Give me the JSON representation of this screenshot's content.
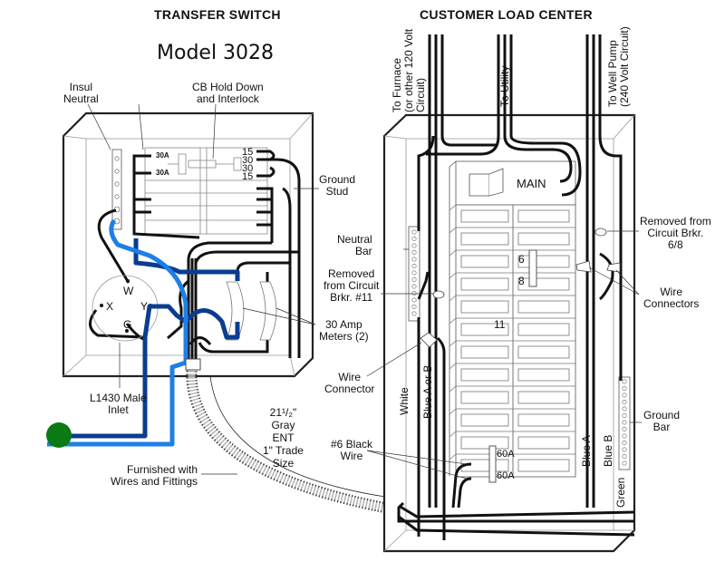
{
  "titles": {
    "transfer_switch": "TRANSFER SWITCH",
    "model": "Model 3028",
    "load_center": "CUSTOMER LOAD CENTER"
  },
  "labels": {
    "insul_neutral": [
      "Insul",
      "Neutral"
    ],
    "cb_hold_down": [
      "CB Hold Down",
      "and Interlock"
    ],
    "ground_stud": [
      "Ground",
      "Stud"
    ],
    "neutral_bar": [
      "Neutral",
      "Bar"
    ],
    "removed_11": [
      "Removed",
      "from Circuit",
      "Brkr. #11"
    ],
    "amp_meters": [
      "30 Amp",
      "Meters (2)"
    ],
    "wire_connector": [
      "Wire",
      "Connector"
    ],
    "l1430": [
      "L1430 Male",
      "Inlet"
    ],
    "ent": [
      "21¹/₂\"",
      "Gray",
      "ENT",
      "1\" Trade",
      "Size"
    ],
    "black_wire": [
      "#6 Black",
      "Wire"
    ],
    "furnished": [
      "Furnished with",
      "Wires and Fittings"
    ],
    "removed_6_8": [
      "Removed from",
      "Circuit Brkr.",
      "6/8"
    ],
    "wire_connectors": [
      "Wire",
      "Connectors"
    ],
    "ground_bar": [
      "Ground",
      "Bar"
    ],
    "main": "MAIN"
  },
  "vertical_labels": {
    "to_furnace": [
      "To Furnace",
      "(or other 120 Volt",
      "Circuit)"
    ],
    "to_utility": "To Utility",
    "to_well_pump": [
      "To Well Pump",
      "(240 Volt Circuit)"
    ],
    "white": "White",
    "blue_a_or_b": "Blue A or B",
    "blue_a": "Blue A",
    "blue_b": "Blue B",
    "green": "Green"
  },
  "transfer_switch": {
    "left_breakers": [
      "30A",
      "30A"
    ],
    "right_breakers": [
      "15",
      "30",
      "30",
      "15"
    ],
    "inlet_terminals": [
      "W",
      "X",
      "Y",
      "G"
    ]
  },
  "load_center": {
    "breaker_numbers": [
      "6",
      "8",
      "11"
    ],
    "breaker_ratings": [
      "60A",
      "60A"
    ]
  },
  "colors": {
    "wire_black": "#111111",
    "wire_dark_blue": "#0a3d8f",
    "wire_light_blue": "#1e7fe6",
    "ground_dot": "#0a7a14",
    "outline": "#222222",
    "thin_line": "#888888"
  }
}
